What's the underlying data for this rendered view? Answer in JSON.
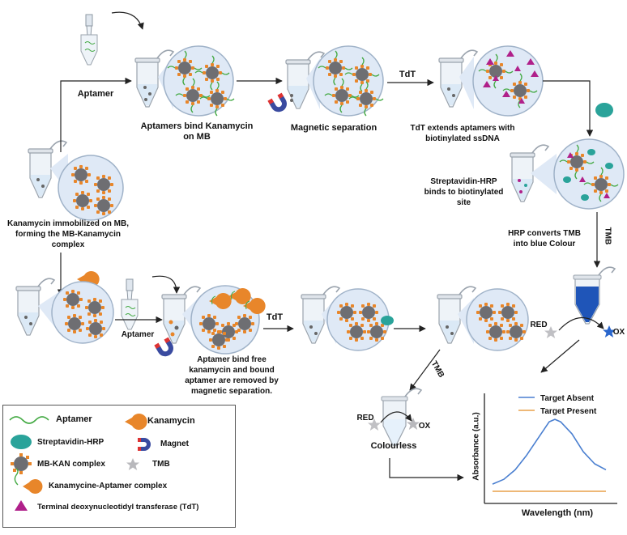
{
  "labels": {
    "aptamer_top": "Aptamer",
    "aptamers_bind": "Aptamers bind Kanamycin on MB",
    "magnetic_separation": "Magnetic separation",
    "tdt_top": "TdT",
    "tdt_extends": "TdT extends aptamers with biotinylated ssDNA",
    "streptavidin_binds": "Streptavidin-HRP binds to biotinylated site",
    "hrp_converts": "HRP converts TMB into blue Colour",
    "tmb_right": "TMB",
    "kan_immobilized": "Kanamycin immobilized on MB, forming the MB-Kanamycin complex",
    "aptamer_bottom": "Aptamer",
    "aptamer_bind_free": "Aptamer bind free kanamycin and bound aptamer are removed by magnetic separation.",
    "tdt_bottom": "TdT",
    "tmb_middle": "TMB",
    "red_left": "RED",
    "ox_left": "OX",
    "colourless": "Colourless",
    "red_right": "RED",
    "ox_right": "OX"
  },
  "legend": {
    "aptamer": "Aptamer",
    "kanamycin": "Kanamycin",
    "streptavidin": "Streptavidin-HRP",
    "magnet": "Magnet",
    "mb_kan": "MB-KAN complex",
    "tmb": "TMB",
    "kan_apt": "Kanamycine-Aptamer complex",
    "tdt": "Terminal deoxynucleotidyl transferase (TdT)"
  },
  "chart_data": {
    "type": "line",
    "xlabel": "Wavelength (nm)",
    "ylabel": "Absorbance (a.u.)",
    "ylim": [
      0,
      1
    ],
    "grid": false,
    "legend_placement": "top-right",
    "series": [
      {
        "name": "Target Absent",
        "color": "#4a7fd0",
        "x": [
          0,
          0.1,
          0.2,
          0.3,
          0.4,
          0.5,
          0.55,
          0.6,
          0.7,
          0.8,
          0.9,
          1.0
        ],
        "values": [
          0.08,
          0.12,
          0.2,
          0.32,
          0.46,
          0.6,
          0.62,
          0.6,
          0.5,
          0.35,
          0.25,
          0.2
        ]
      },
      {
        "name": "Target Present",
        "color": "#e8a04a",
        "x": [
          0,
          1.0
        ],
        "values": [
          0.02,
          0.02
        ]
      }
    ]
  },
  "colors": {
    "mb": "#6e6e72",
    "kanamycin": "#e8862a",
    "aptamer": "#44aa44",
    "streptavidin": "#2aa39a",
    "tdt": "#b0208a",
    "tmb": "#b8b8bc",
    "blue_solution": "#1f55b8",
    "callout": "#dfe9f6"
  }
}
